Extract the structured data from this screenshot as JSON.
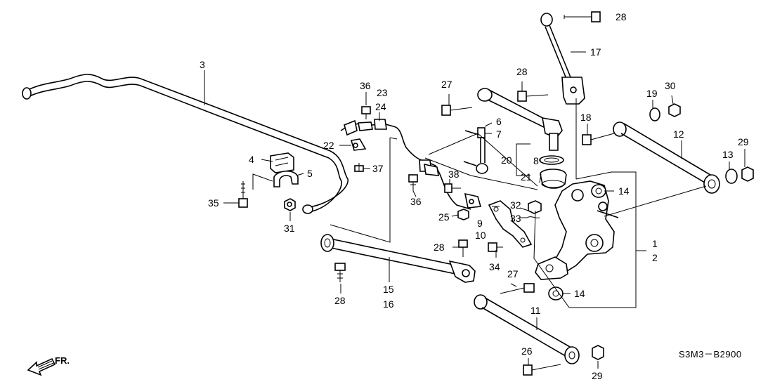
{
  "diagram": {
    "code": "S3M3－B2900",
    "direction_label": "FR.",
    "callouts": {
      "c1": "1",
      "c2": "2",
      "c3": "3",
      "c4": "4",
      "c5": "5",
      "c6": "6",
      "c7": "7",
      "c8": "8",
      "c9": "9",
      "c10": "10",
      "c11": "11",
      "c12": "12",
      "c13": "13",
      "c14a": "14",
      "c14b": "14",
      "c15": "15",
      "c16": "16",
      "c17": "17",
      "c18": "18",
      "c19": "19",
      "c20": "20",
      "c21": "21",
      "c22": "22",
      "c23": "23",
      "c24": "24",
      "c25": "25",
      "c26": "26",
      "c27a": "27",
      "c27b": "27",
      "c28a": "28",
      "c28b": "28",
      "c28c": "28",
      "c28d": "28",
      "c29a": "29",
      "c29b": "29",
      "c30": "30",
      "c31": "31",
      "c32": "32",
      "c33": "33",
      "c34": "34",
      "c35": "35",
      "c36a": "36",
      "c36b": "36",
      "c37": "37",
      "c38": "38"
    }
  }
}
